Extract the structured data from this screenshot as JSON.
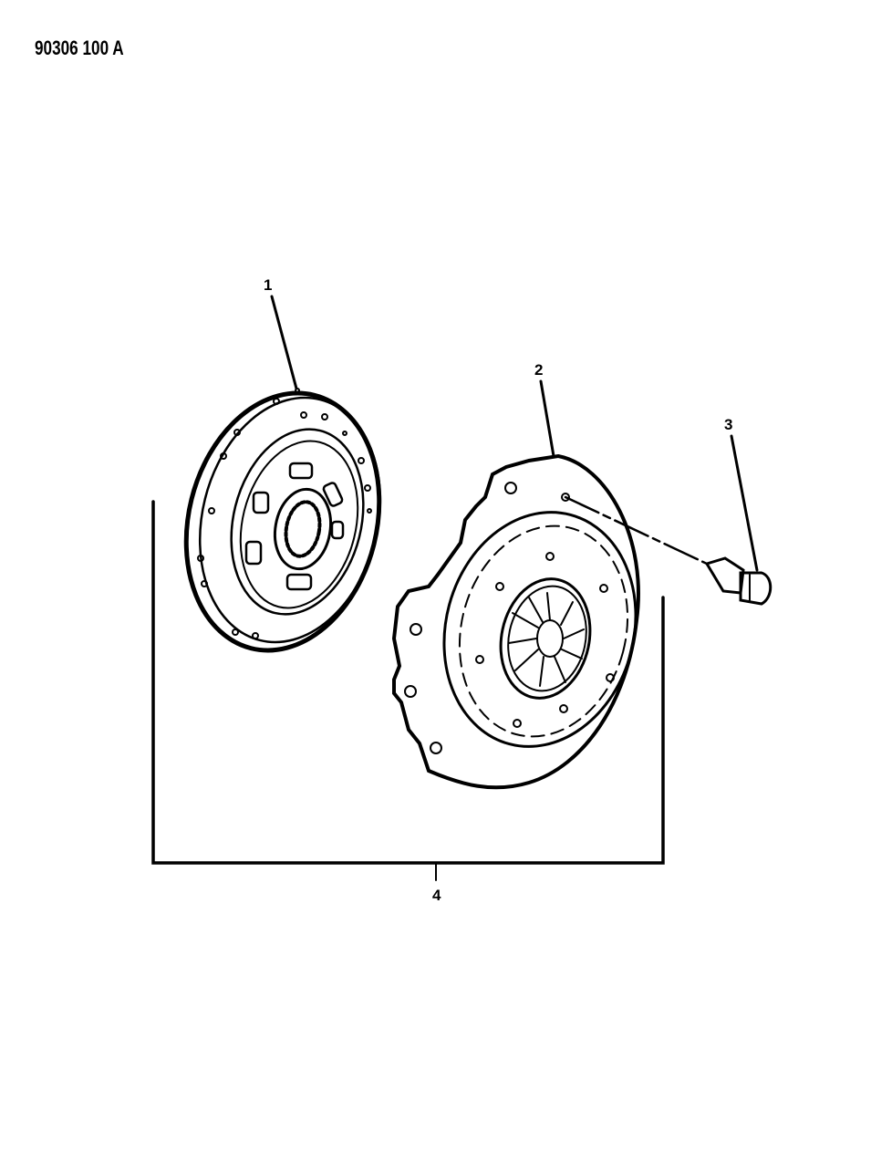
{
  "diagram": {
    "figure_code": "90306 100 A",
    "callouts": [
      {
        "number": "1",
        "part": "clutch-disc"
      },
      {
        "number": "2",
        "part": "pressure-plate"
      },
      {
        "number": "3",
        "part": "bolt"
      },
      {
        "number": "4",
        "part": "clutch-kit-bracket"
      }
    ],
    "line_color": "#000000",
    "background": "#ffffff"
  }
}
